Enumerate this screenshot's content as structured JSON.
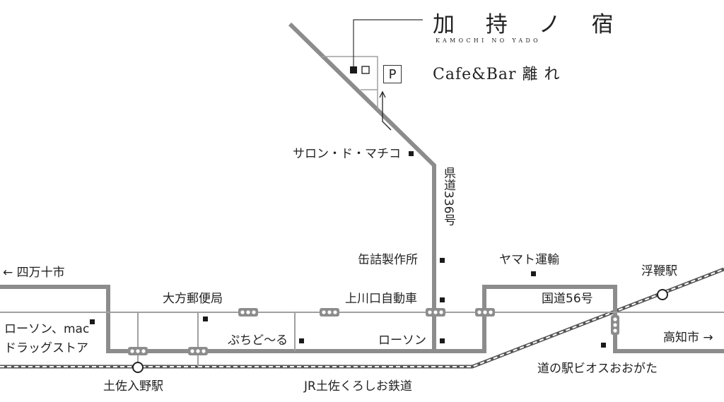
{
  "brand": {
    "title": "加 持 ノ 宿",
    "subtitle": "KAMOCHI NO YADO",
    "cafe": "Cafe&Bar 離 れ"
  },
  "parking": {
    "label": "P"
  },
  "labels": {
    "salon": "サロン・ド・マチコ",
    "route336": "県道336号",
    "kanzume": "缶詰製作所",
    "yamato": "ヤマト運輸",
    "shimantoshi": "← 四万十市",
    "post_office": "大方郵便局",
    "kamikawaguchi": "上川口自動車",
    "route56": "国道56号",
    "ukibuchi_station": "浮鞭駅",
    "lawson_mac_line1": "ローソン、mac",
    "lawson_mac_line2": "ドラッグストア",
    "puchidoru": "ぷちど〜る",
    "lawson": "ローソン",
    "kochishi": "高知市 →",
    "tosairino_station": "土佐入野駅",
    "jr_line": "JR土佐くろしお鉄道",
    "michinoeki": "道の駅ビオスおおがた"
  },
  "colors": {
    "road": "#8c8c8c",
    "street": "#9a9a9a",
    "rail": "#555555",
    "marker": "#1a1a1a",
    "text": "#222222"
  }
}
